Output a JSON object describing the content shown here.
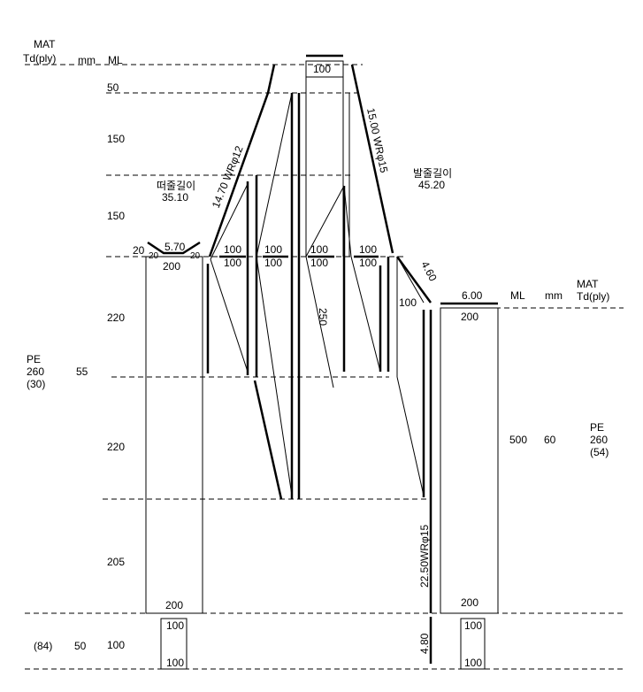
{
  "left_header": {
    "mat": "MAT",
    "td": "Td(ply)",
    "mm": "mm",
    "ml": "ML"
  },
  "left_levels": {
    "l1": "50",
    "l2": "150",
    "l3": "150",
    "l4": "220",
    "l5": "220",
    "l6": "205",
    "l7": "100"
  },
  "left_material": {
    "name": "PE",
    "td": "260",
    "ply": "(30)",
    "mm": "55"
  },
  "left_bottom": {
    "ply": "(84)",
    "mm": "50"
  },
  "left_block": {
    "top": "200",
    "bottom": "200",
    "small_top": "100",
    "small_bottom": "100",
    "gap": "5.70",
    "side_left": "20",
    "inner_left": "20",
    "inner_right": "20"
  },
  "ropes": {
    "left": "14.70 WRφ12",
    "right": "15.00 WRφ15",
    "short": "4.60",
    "vertical": "22.50WRφ15",
    "tail": "4.80"
  },
  "labels": {
    "left_len_title": "떠줄길이",
    "left_len_value": "35.10",
    "right_len_title": "발줄길이",
    "right_len_value": "45.20"
  },
  "sheaves": {
    "top": "100",
    "s1a": "100",
    "s1b": "100",
    "s2a": "100",
    "s2b": "100",
    "s3a": "100",
    "s3b": "100",
    "s4a": "100",
    "s4b": "100",
    "side": "100",
    "diag": "250"
  },
  "right_block": {
    "gap": "6.00",
    "top": "200",
    "bottom": "200",
    "small_top": "100",
    "small_bottom": "100"
  },
  "right_header": {
    "ml": "ML",
    "mm": "mm",
    "mat": "MAT",
    "td": "Td(ply)"
  },
  "right_material": {
    "ml": "500",
    "mm": "60",
    "name": "PE",
    "td": "260",
    "ply": "(54)"
  }
}
